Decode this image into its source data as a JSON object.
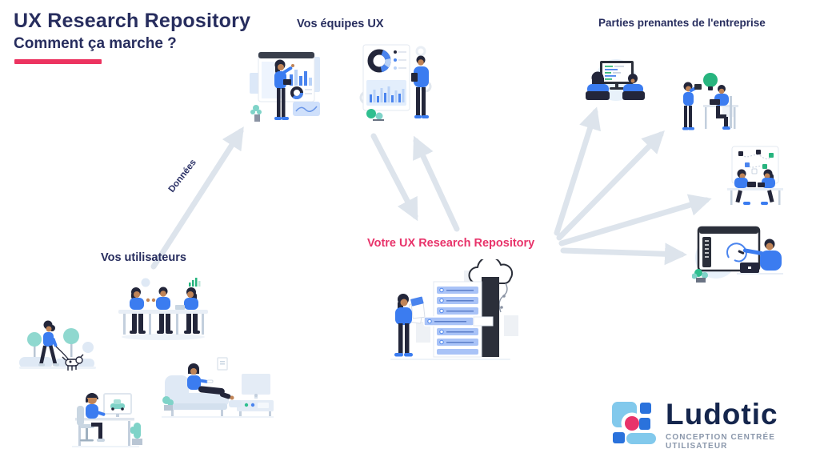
{
  "header": {
    "title": "UX Research Repository",
    "subtitle": "Comment ça marche ?"
  },
  "nodes": {
    "users": {
      "label": "Vos utilisateurs"
    },
    "ux_teams": {
      "label": "Vos équipes UX"
    },
    "repository": {
      "label": "Votre UX Research Repository"
    },
    "stakeholders": {
      "label": "Parties prenantes de l'entreprise"
    }
  },
  "flows": [
    {
      "from": "users",
      "to": "ux_teams",
      "label": "Données"
    },
    {
      "from": "ux_teams",
      "to": "repository",
      "label": ""
    },
    {
      "from": "repository",
      "to": "ux_teams",
      "label": ""
    },
    {
      "from": "repository",
      "to": "stakeholders_pair_programming",
      "label": ""
    },
    {
      "from": "repository",
      "to": "stakeholders_idea_desk",
      "label": ""
    },
    {
      "from": "repository",
      "to": "stakeholders_planning_board",
      "label": ""
    },
    {
      "from": "repository",
      "to": "stakeholders_design_screen",
      "label": ""
    }
  ],
  "footer": {
    "brand": "Ludotic",
    "tagline": "CONCEPTION CENTRÉE UTILISATEUR"
  },
  "colors": {
    "navy_text": "#272d5e",
    "pink_accent": "#e8336a",
    "accent_bar": "#ec3360",
    "arrow": "#dde4ec",
    "figure_blue": "#3b7cf0",
    "chart_blue": "#4a84ee",
    "green": "#27b47e",
    "logo_light_blue": "#82c9ec",
    "logo_blue": "#2a72dc",
    "logo_navy": "#15264d"
  }
}
